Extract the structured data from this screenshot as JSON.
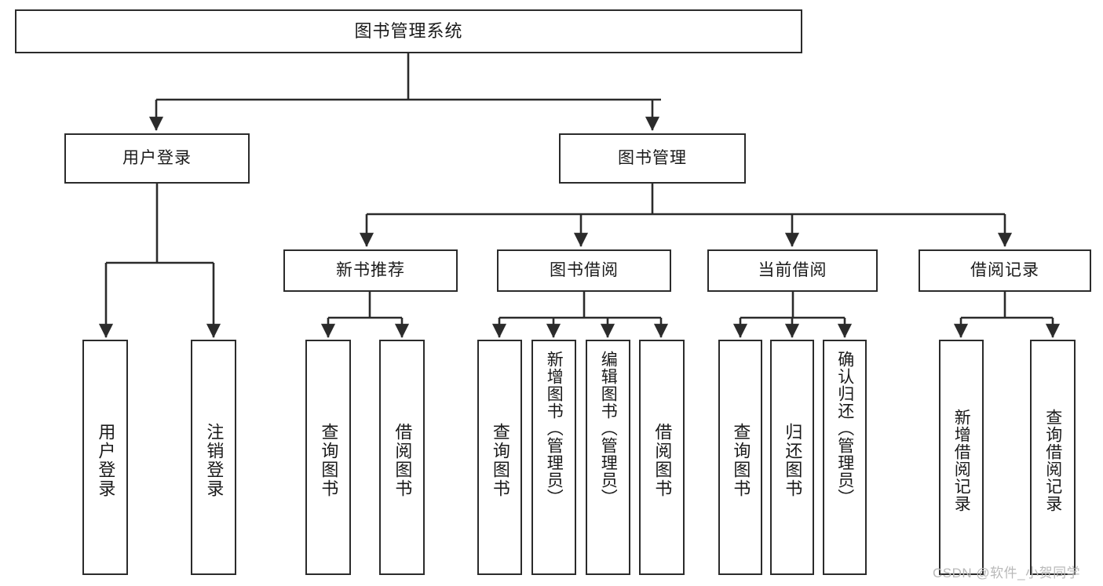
{
  "diagram": {
    "title": "图书管理系统",
    "type": "functional-structure-tree",
    "root": {
      "label": "图书管理系统"
    },
    "level2": [
      {
        "id": "user-login",
        "label": "用户登录"
      },
      {
        "id": "book-management",
        "label": "图书管理"
      }
    ],
    "level3": [
      {
        "id": "new-book-recommend",
        "label": "新书推荐",
        "parent": "book-management"
      },
      {
        "id": "book-borrow",
        "label": "图书借阅",
        "parent": "book-management"
      },
      {
        "id": "current-borrow",
        "label": "当前借阅",
        "parent": "book-management"
      },
      {
        "id": "borrow-record",
        "label": "借阅记录",
        "parent": "book-management"
      }
    ],
    "leaves": [
      {
        "id": "leaf-user-login",
        "label": "用户登录",
        "parent": "user-login"
      },
      {
        "id": "leaf-user-logout",
        "label": "注销登录",
        "parent": "user-login"
      },
      {
        "id": "leaf-query-book-1",
        "label": "查询图书",
        "parent": "new-book-recommend"
      },
      {
        "id": "leaf-borrow-book-1",
        "label": "借阅图书",
        "parent": "new-book-recommend"
      },
      {
        "id": "leaf-query-book-2",
        "label": "查询图书",
        "parent": "book-borrow"
      },
      {
        "id": "leaf-add-book",
        "label": "新增图书（管理员）",
        "parent": "book-borrow"
      },
      {
        "id": "leaf-edit-book",
        "label": "编辑图书（管理员）",
        "parent": "book-borrow"
      },
      {
        "id": "leaf-borrow-book-2",
        "label": "借阅图书",
        "parent": "book-borrow"
      },
      {
        "id": "leaf-query-book-3",
        "label": "查询图书",
        "parent": "current-borrow"
      },
      {
        "id": "leaf-return-book",
        "label": "归还图书",
        "parent": "current-borrow"
      },
      {
        "id": "leaf-confirm-return",
        "label": "确认归还（管理员）",
        "parent": "current-borrow"
      },
      {
        "id": "leaf-add-record",
        "label": "新增借阅记录",
        "parent": "borrow-record"
      },
      {
        "id": "leaf-query-record",
        "label": "查询借阅记录",
        "parent": "borrow-record"
      }
    ]
  },
  "watermark": {
    "text": "CSDN @软件_小贺同学"
  },
  "colors": {
    "background": "#ffffff",
    "stroke": "#2b2b2b",
    "text": "#1a1a1a",
    "watermark": "#b9b9b9"
  }
}
